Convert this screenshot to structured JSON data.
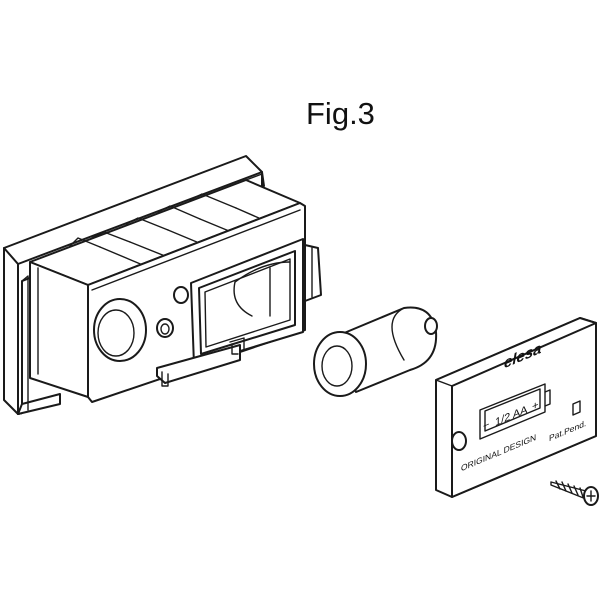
{
  "figure": {
    "title": "Fig.3"
  },
  "plate": {
    "logo": "elesa",
    "battery_label": "1/2 AA",
    "minus_sign": "−",
    "plus_sign": "+",
    "pat_text": "Pat.Pend.",
    "design_text": "ORIGINAL DESIGN"
  },
  "colors": {
    "line": "#1a1a1a",
    "background": "#ffffff"
  }
}
